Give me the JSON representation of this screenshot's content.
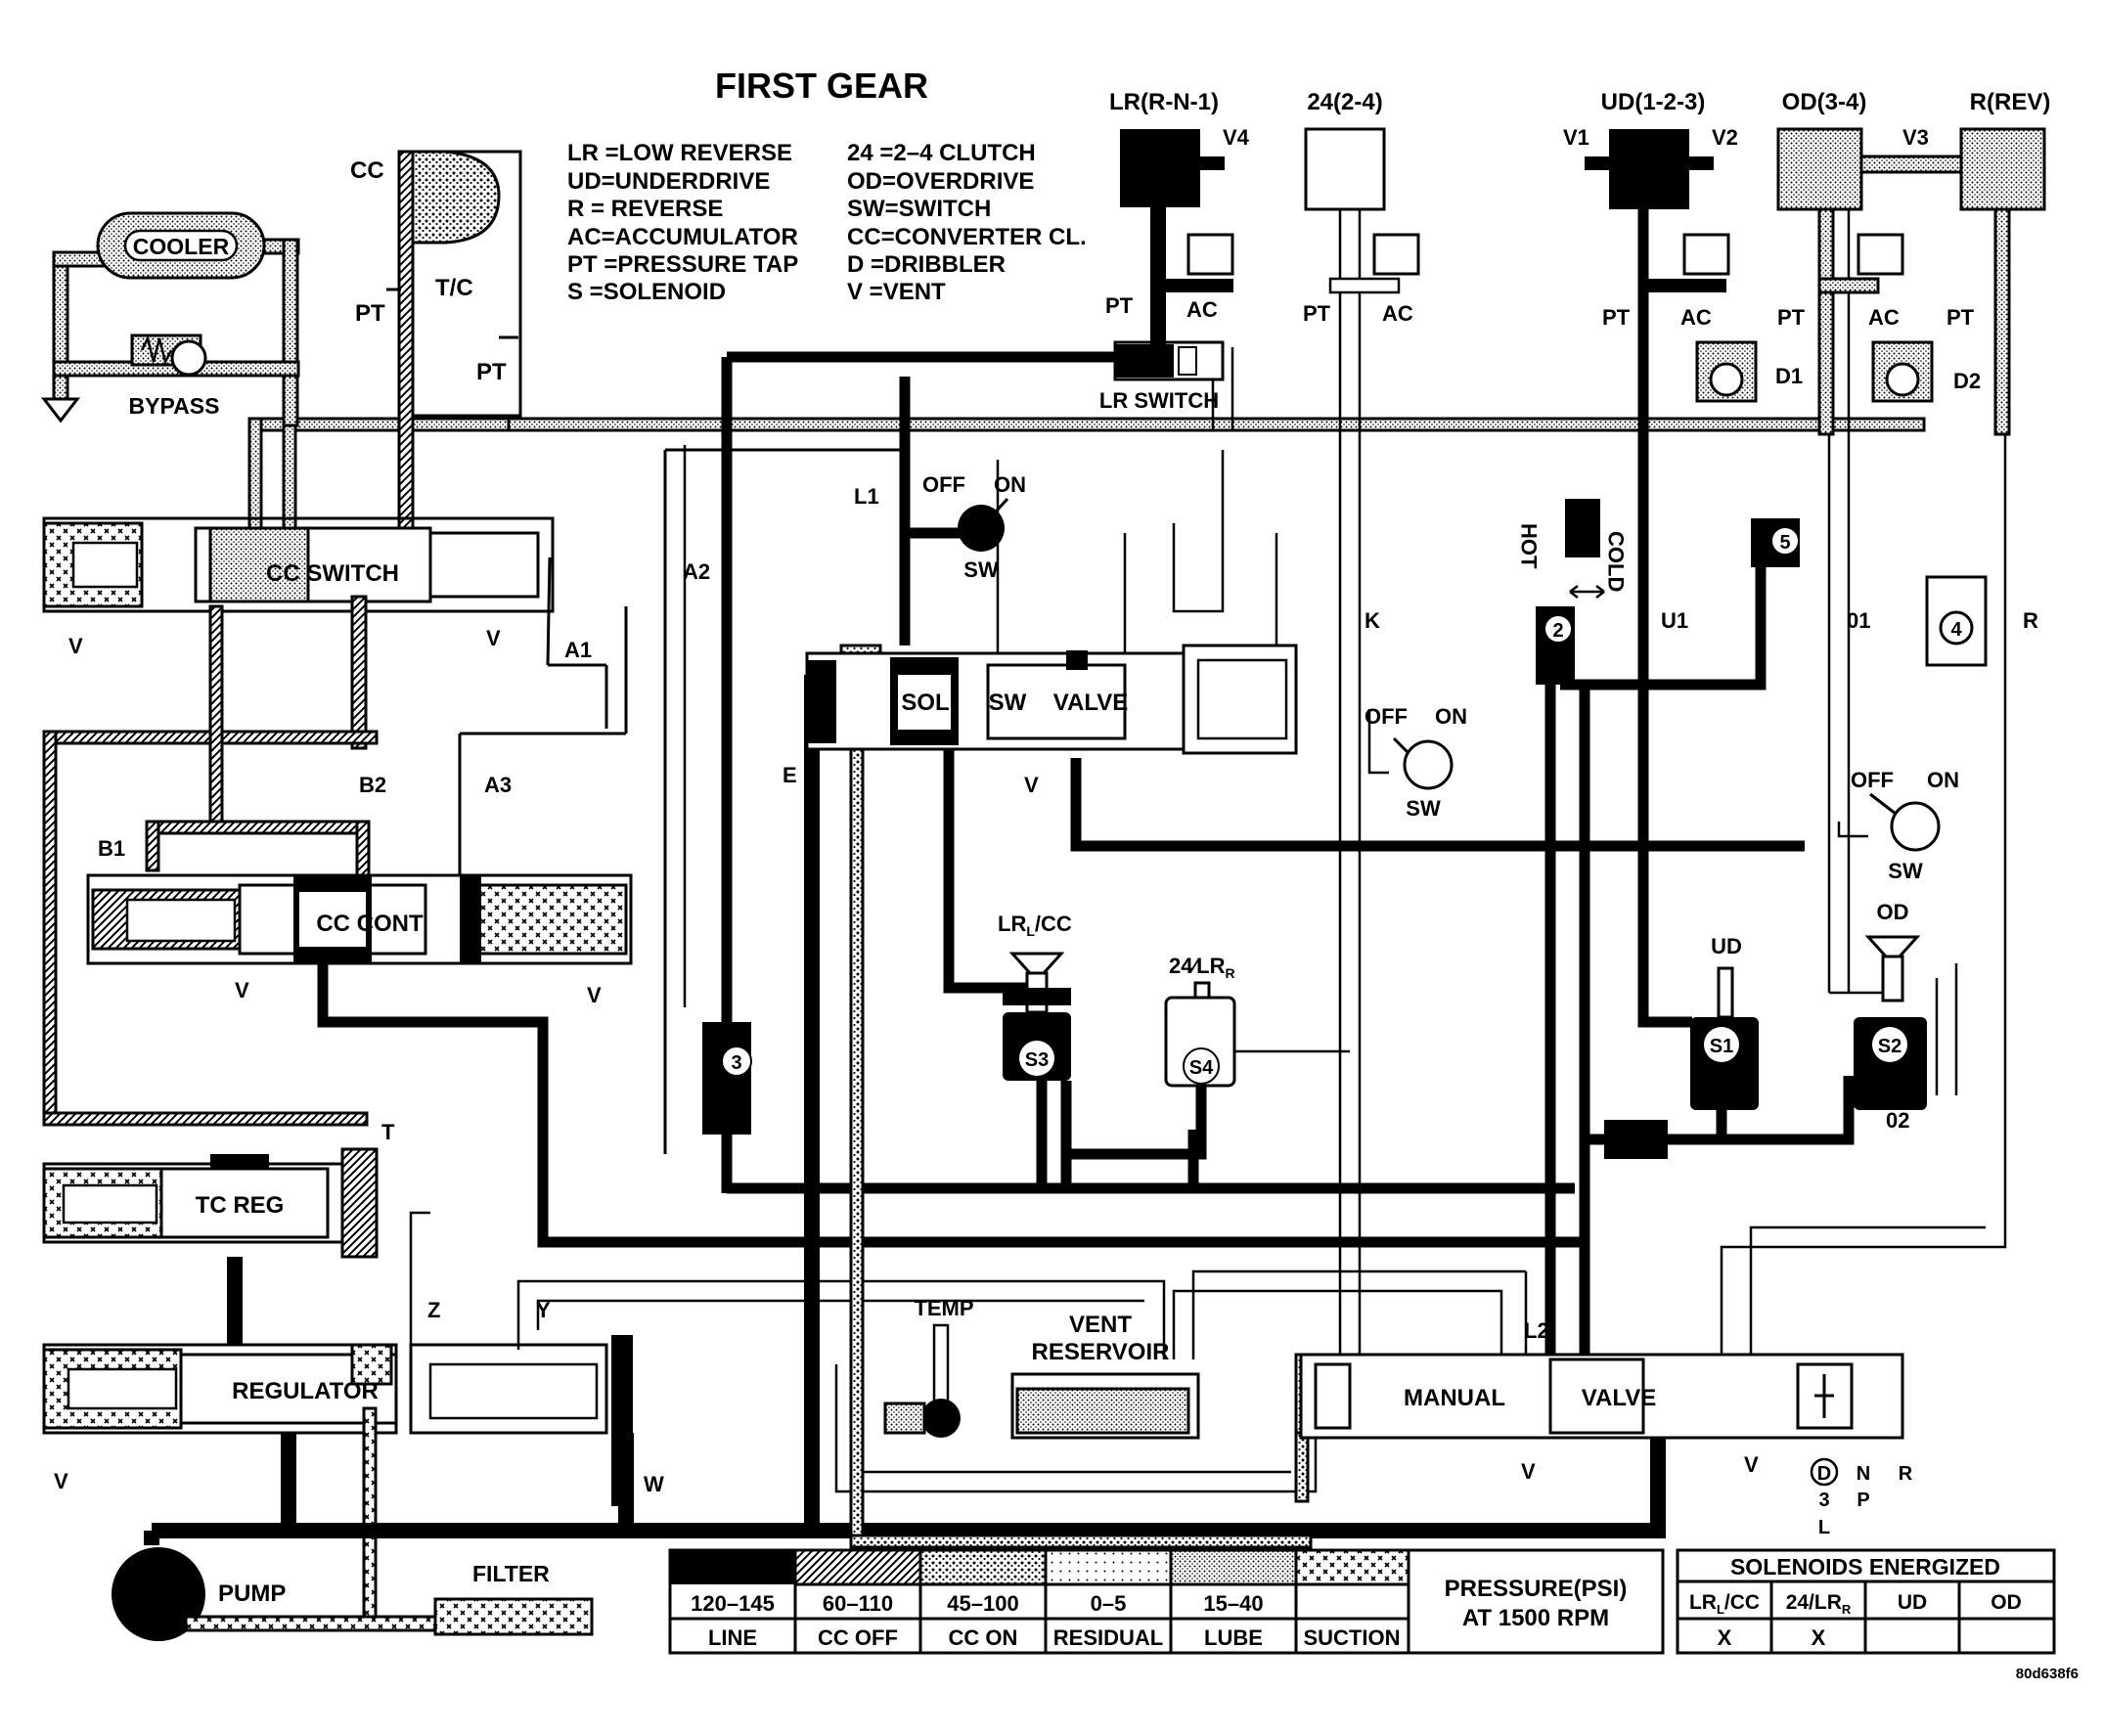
{
  "title": "FIRST GEAR",
  "abbreviations": {
    "left": [
      "LR =LOW REVERSE",
      "UD=UNDERDRIVE",
      "R  = REVERSE",
      "AC=ACCUMULATOR",
      "PT =PRESSURE TAP",
      "S   =SOLENOID"
    ],
    "right": [
      "24 =2–4 CLUTCH",
      "OD=OVERDRIVE",
      "SW=SWITCH",
      "CC=CONVERTER CL.",
      "D   =DRIBBLER",
      "V   =VENT"
    ]
  },
  "clutches": {
    "lr": "LR(R-N-1)",
    "c24": "24(2-4)",
    "ud": "UD(1-2-3)",
    "od": "OD(3-4)",
    "rev": "R(REV)"
  },
  "labels": {
    "cc": "CC",
    "tc": "T/C",
    "pt": "PT",
    "ac": "AC",
    "cooler": "COOLER",
    "bypass": "BYPASS",
    "cc_switch": "CC SWITCH",
    "cc_cont": "CC CONT",
    "tc_reg": "TC REG",
    "regulator": "REGULATOR",
    "pump": "PUMP",
    "filter": "FILTER",
    "lr_switch": "LR SWITCH",
    "off": "OFF",
    "on": "ON",
    "sw": "SW",
    "sol": "SOL",
    "valve": "VALVE",
    "manual": "MANUAL",
    "temp": "TEMP",
    "vent": "VENT",
    "reservoir": "RESERVOIR",
    "hot": "HOT",
    "cold": "COLD",
    "d1": "D1",
    "d2": "D2",
    "v": "V",
    "v1": "V1",
    "v2": "V2",
    "v3": "V3",
    "v4": "V4",
    "l1": "L1",
    "l2": "L2",
    "a1": "A1",
    "a2": "A2",
    "a3": "A3",
    "b1": "B1",
    "b2": "B2",
    "e": "E",
    "k": "K",
    "u1": "U1",
    "o1": "01",
    "o2": "02",
    "r": "R",
    "t": "T",
    "w": "W",
    "y": "Y",
    "z": "Z",
    "lr_cc": "LRₗ/CC",
    "lr_cc_main": "LR",
    "lr_cc_sub": "L",
    "lr_cc_tail": "/CC",
    "s24_main": "24⁄LR",
    "s24_sub": "R",
    "ud": "UD",
    "od": "OD",
    "s1": "S1",
    "s2": "S2",
    "s3": "S3",
    "s4": "S4",
    "n2": "2",
    "n3": "3",
    "n4": "4",
    "n5": "5",
    "gear_d": "D",
    "gear_3": "3",
    "gear_l": "L",
    "gear_n": "N",
    "gear_p": "P",
    "gear_r": "R",
    "code": "80d638f6"
  },
  "legend": {
    "ranges": [
      "120–145",
      "60–110",
      "45–100",
      "0–5",
      "15–40",
      ""
    ],
    "names": [
      "LINE",
      "CC OFF",
      "CC ON",
      "RESIDUAL",
      "LUBE",
      "SUCTION"
    ],
    "pressure_title_1": "PRESSURE(PSI)",
    "pressure_title_2": "AT 1500 RPM"
  },
  "solenoids_energized": {
    "title": "SOLENOIDS ENERGIZED",
    "headers": [
      "LRₗ/CC",
      "24/LRᵣ",
      "UD",
      "OD"
    ],
    "header_main": [
      "LR",
      "24/LR",
      "UD",
      "OD"
    ],
    "header_sub": [
      "L",
      "R",
      "",
      ""
    ],
    "header_tail": [
      "/CC",
      "",
      "",
      ""
    ],
    "states": [
      "X",
      "X",
      "",
      ""
    ]
  }
}
